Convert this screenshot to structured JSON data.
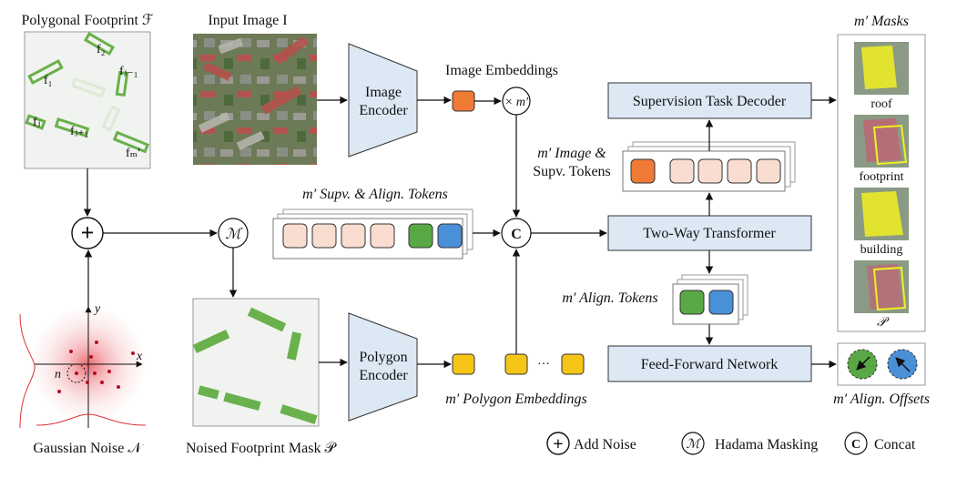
{
  "labels": {
    "polygonal_footprint": "Polygonal Footprint ℱ",
    "input_image": "Input Image I",
    "image_encoder_l1": "Image",
    "image_encoder_l2": "Encoder",
    "image_embeddings": "Image Embeddings",
    "times_m": "× m′",
    "supervision_decoder": "Supervision Task Decoder",
    "image_supv_tokens_l1": "m′ Image &",
    "image_supv_tokens_l2": "Supv. Tokens",
    "supv_align_tokens": "m′ Supv. & Align. Tokens",
    "concat_symbol": "C",
    "two_way_transformer": "Two-Way Transformer",
    "align_tokens": "m′ Align. Tokens",
    "feed_forward": "Feed-Forward Network",
    "polygon_encoder_l1": "Polygon",
    "polygon_encoder_l2": "Encoder",
    "polygon_embeddings": "m′ Polygon  Embeddings",
    "ellipsis": "···",
    "masks_title": "m′ Masks",
    "mask_roof": "roof",
    "mask_footprint": "footprint",
    "mask_building": "building",
    "mask_p": "𝒫",
    "align_offsets": "m′ Align. Offsets",
    "gaussian_noise": "Gaussian Noise 𝒩",
    "noised_mask": "Noised Footprint Mask 𝒫",
    "hadama_symbol": "ℳ",
    "axis_x": "x",
    "axis_y": "y",
    "noise_vec": "n⃗",
    "f2": "f₂",
    "fj1": "fⱼ₋₁",
    "f1": "f₁",
    "fj": "fⱼ",
    "fjp1": "fⱼ₊₁",
    "fm": "fₘ′"
  },
  "legend": {
    "add_noise": "Add Noise",
    "hadama_masking": "Hadama Masking",
    "concat": "Concat"
  },
  "colors": {
    "box_fill": "#dce8f4",
    "token_pink": "#f9ddd0",
    "token_orange": "#ee7a35",
    "token_green": "#5aa845",
    "token_blue": "#4a90d9",
    "token_yellow": "#f5c518",
    "footprint_green": "#6ab04c"
  }
}
